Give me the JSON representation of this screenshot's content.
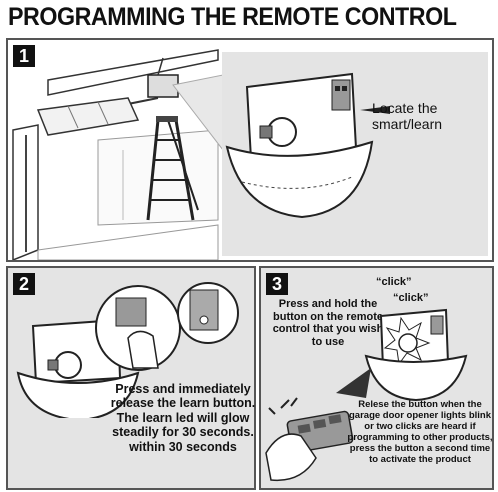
{
  "title": "PROGRAMMING THE REMOTE CONTROL",
  "steps": [
    {
      "number": "1",
      "text": "Locate the smart/learn"
    },
    {
      "number": "2",
      "text": "Press and immediately release the learn button. The learn led will glow steadily for 30 seconds. within 30 seconds"
    },
    {
      "number": "3",
      "text": "Press and hold the button on the remote control that you wish to use",
      "release_text": "Relese the button when the garage door opener lights blink or two clicks are heard if programming to other products, press the button a second time to activate the product",
      "click_1": "“click”",
      "click_2": "“click”"
    }
  ],
  "colors": {
    "panel_bg": "#e4e4e4",
    "border": "#555555",
    "arrow": "#333333"
  }
}
